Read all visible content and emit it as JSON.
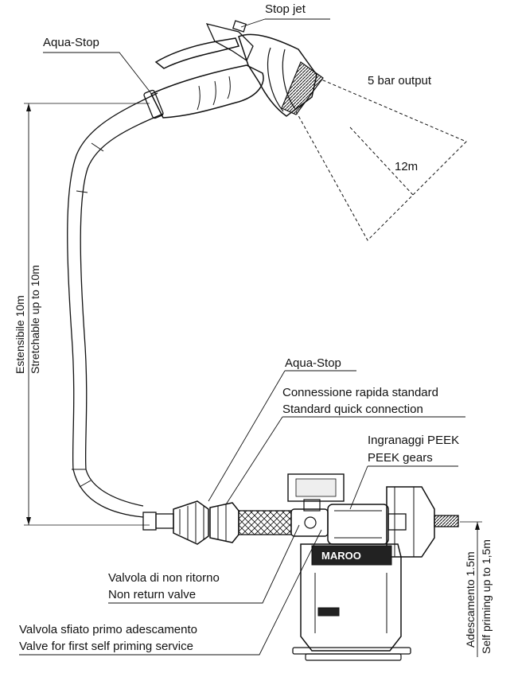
{
  "labels": {
    "stop_jet": "Stop jet",
    "aqua_stop_top": "Aqua-Stop",
    "output": "5 bar output",
    "distance": "12m",
    "stretch_it": "Estensibile 10m",
    "stretch_en": "Stretchable up to 10m",
    "aqua_stop_bottom": "Aqua-Stop",
    "quick_conn_it": "Connessione rapida standard",
    "quick_conn_en": "Standard quick connection",
    "gears_it": "Ingranaggi PEEK",
    "gears_en": "PEEK gears",
    "nrv_it": "Valvola di non ritorno",
    "nrv_en": "Non return valve",
    "prime_it": "Valvola sfiato primo adescamento",
    "prime_en": "Valve for first self priming service",
    "priming_it": "Adescamento 1.5m",
    "priming_en": "Self priming up to 1,5m"
  },
  "pump": {
    "brand": "MAROO"
  }
}
